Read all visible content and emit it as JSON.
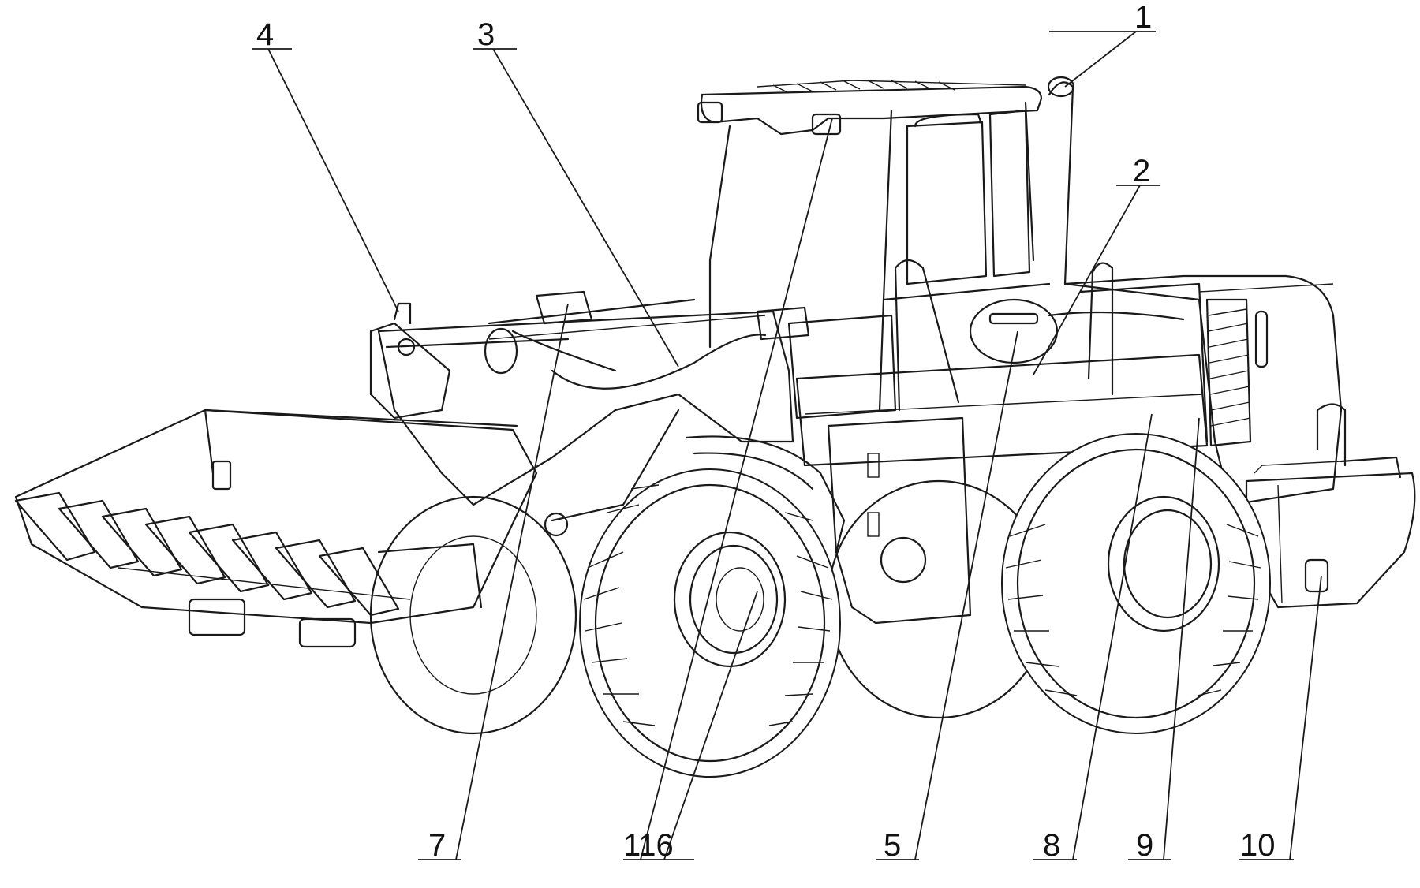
{
  "callouts": [
    "1",
    "2",
    "3",
    "4",
    "5",
    "6",
    "7",
    "8",
    "9",
    "10",
    "11"
  ],
  "bottom_labels": {
    "l7": "7",
    "l116": "116",
    "l5": "5",
    "l8": "8",
    "l9": "9",
    "l10": "10"
  },
  "top_labels": {
    "l1": "1",
    "l2": "2",
    "l3": "3",
    "l4": "4"
  }
}
